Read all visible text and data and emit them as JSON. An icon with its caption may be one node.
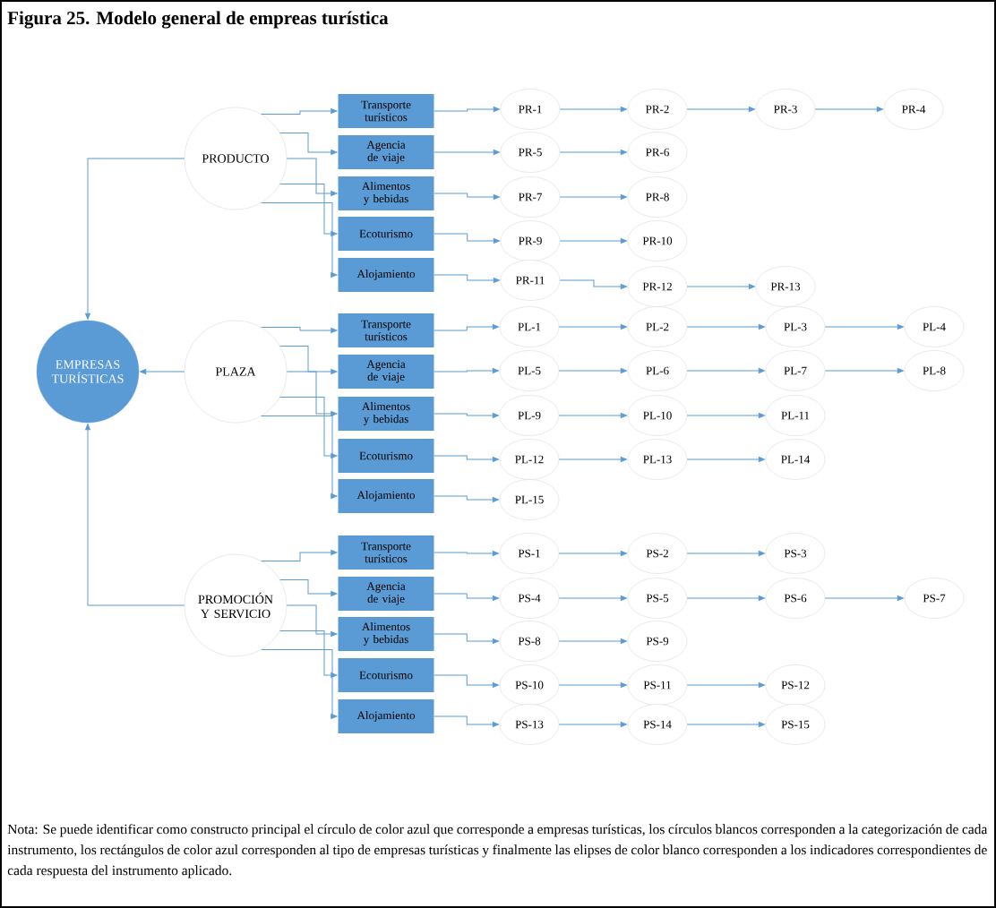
{
  "diagram": {
    "title": "Figura 25. Modelo general de empreas turística",
    "caption": "Nota: Se puede identificar como constructo principal el círculo de color azul que corresponde a empresas turísticas, los círculos blancos corresponden a la categorización de cada instrumento, los rectángulos de color azul corresponden al tipo de empresas turísticas y finalmente las elipses de color blanco corresponden a los indicadores correspondientes de cada respuesta del instrumento aplicado.",
    "nodes": [
      {
        "text": [
          "EMPRESAS TURÍSTICAS"
        ]
      },
      {
        "text": [
          "PRODUCTO"
        ]
      },
      {
        "text": [
          "Transporte turísticos"
        ]
      },
      {
        "text": [
          "Agencia de viaje"
        ]
      },
      {
        "text": [
          "Alimentos y bebidas"
        ]
      },
      {
        "text": [
          "Ecoturismo"
        ]
      },
      {
        "text": [
          "Alojamiento"
        ]
      },
      {
        "text": [
          "PR-1"
        ]
      },
      {
        "text": [
          "PR-2"
        ]
      },
      {
        "text": [
          "PR-3"
        ]
      },
      {
        "text": [
          "PR-4"
        ]
      },
      {
        "text": [
          "PR-5"
        ]
      },
      {
        "text": [
          "PR-6"
        ]
      },
      {
        "text": [
          "PR-7"
        ]
      },
      {
        "text": [
          "PR-8"
        ]
      },
      {
        "text": [
          "PR-9"
        ]
      },
      {
        "text": [
          "PR-10"
        ]
      },
      {
        "text": [
          "PR-11"
        ]
      },
      {
        "text": [
          "PR-12"
        ]
      },
      {
        "text": [
          "PR-13"
        ]
      },
      {
        "text": [
          "PLAZA"
        ]
      },
      {
        "text": [
          "Transporte turísticos"
        ]
      },
      {
        "text": [
          "Agencia de viaje"
        ]
      },
      {
        "text": [
          "Alimentos y bebidas"
        ]
      },
      {
        "text": [
          "Ecoturismo"
        ]
      },
      {
        "text": [
          "Alojamiento"
        ]
      },
      {
        "text": [
          "PL-1"
        ]
      },
      {
        "text": [
          "PL-2"
        ]
      },
      {
        "text": [
          "PL-3"
        ]
      },
      {
        "text": [
          "PL-4"
        ]
      },
      {
        "text": [
          "PL-5"
        ]
      },
      {
        "text": [
          "PL-6"
        ]
      },
      {
        "text": [
          "PL-7"
        ]
      },
      {
        "text": [
          "PL-8"
        ]
      },
      {
        "text": [
          "PL-9"
        ]
      },
      {
        "text": [
          "PL-10"
        ]
      },
      {
        "text": [
          "PL-11"
        ]
      },
      {
        "text": [
          "PL-12"
        ]
      },
      {
        "text": [
          "PL-13"
        ]
      },
      {
        "text": [
          "PL-14"
        ]
      },
      {
        "text": [
          "PL-15"
        ]
      },
      {
        "text": [
          "PROMOCIÓN Y SERVICIO"
        ]
      },
      {
        "text": [
          "Transporte turísticos"
        ]
      },
      {
        "text": [
          "Agencia de viaje"
        ]
      },
      {
        "text": [
          "Alimentos y bebidas"
        ]
      },
      {
        "text": [
          "Ecoturismo"
        ]
      },
      {
        "text": [
          "Alojamiento"
        ]
      },
      {
        "text": [
          "PS-1"
        ]
      },
      {
        "text": [
          "PS-2"
        ]
      },
      {
        "text": [
          "PS-3"
        ]
      },
      {
        "text": [
          "PS-4"
        ]
      },
      {
        "text": [
          "PS-5"
        ]
      },
      {
        "text": [
          "PS-6"
        ]
      },
      {
        "text": [
          "PS-7"
        ]
      },
      {
        "text": [
          "PS-8"
        ]
      },
      {
        "text": [
          "PS-9"
        ]
      },
      {
        "text": [
          "PS-10"
        ]
      },
      {
        "text": [
          "PS-11"
        ]
      },
      {
        "text": [
          "PS-12"
        ]
      },
      {
        "text": [
          "PS-13"
        ]
      },
      {
        "text": [
          "PS-14"
        ]
      },
      {
        "text": [
          "PS-15"
        ]
      }
    ],
    "edges": [
      {
        "from": 1,
        "to": 0,
        "arrow": "to"
      },
      {
        "from": 20,
        "to": 0,
        "arrow": "to"
      },
      {
        "from": 41,
        "to": 0,
        "arrow": "to"
      },
      {
        "from": 1,
        "to": 2,
        "arrow": "to"
      },
      {
        "from": 1,
        "to": 3,
        "arrow": "to"
      },
      {
        "from": 1,
        "to": 4,
        "arrow": "to"
      },
      {
        "from": 1,
        "to": 5,
        "arrow": "to"
      },
      {
        "from": 1,
        "to": 6,
        "arrow": "to"
      },
      {
        "from": 2,
        "to": 7,
        "arrow": "to"
      },
      {
        "from": 7,
        "to": 8,
        "arrow": "to"
      },
      {
        "from": 8,
        "to": 9,
        "arrow": "to"
      },
      {
        "from": 9,
        "to": 10,
        "arrow": "to"
      },
      {
        "from": 3,
        "to": 11,
        "arrow": "to"
      },
      {
        "from": 11,
        "to": 12,
        "arrow": "to"
      },
      {
        "from": 4,
        "to": 13,
        "arrow": "to"
      },
      {
        "from": 13,
        "to": 14,
        "arrow": "to"
      },
      {
        "from": 5,
        "to": 15,
        "arrow": "to"
      },
      {
        "from": 15,
        "to": 16,
        "arrow": "to"
      },
      {
        "from": 6,
        "to": 17,
        "arrow": "to"
      },
      {
        "from": 17,
        "to": 18,
        "arrow": "to"
      },
      {
        "from": 18,
        "to": 19,
        "arrow": "to"
      },
      {
        "from": 20,
        "to": 21,
        "arrow": "to"
      },
      {
        "from": 20,
        "to": 22,
        "arrow": "to"
      },
      {
        "from": 20,
        "to": 23,
        "arrow": "to"
      },
      {
        "from": 20,
        "to": 24,
        "arrow": "to"
      },
      {
        "from": 20,
        "to": 25,
        "arrow": "to"
      },
      {
        "from": 21,
        "to": 26,
        "arrow": "to"
      },
      {
        "from": 26,
        "to": 27,
        "arrow": "to"
      },
      {
        "from": 27,
        "to": 28,
        "arrow": "to"
      },
      {
        "from": 28,
        "to": 29,
        "arrow": "to"
      },
      {
        "from": 22,
        "to": 30,
        "arrow": "to"
      },
      {
        "from": 30,
        "to": 31,
        "arrow": "to"
      },
      {
        "from": 31,
        "to": 32,
        "arrow": "to"
      },
      {
        "from": 32,
        "to": 33,
        "arrow": "to"
      },
      {
        "from": 23,
        "to": 34,
        "arrow": "to"
      },
      {
        "from": 34,
        "to": 35,
        "arrow": "to"
      },
      {
        "from": 35,
        "to": 36,
        "arrow": "to"
      },
      {
        "from": 24,
        "to": 37,
        "arrow": "to"
      },
      {
        "from": 37,
        "to": 38,
        "arrow": "to"
      },
      {
        "from": 38,
        "to": 39,
        "arrow": "to"
      },
      {
        "from": 25,
        "to": 40,
        "arrow": "to"
      },
      {
        "from": 41,
        "to": 42,
        "arrow": "to"
      },
      {
        "from": 41,
        "to": 43,
        "arrow": "to"
      },
      {
        "from": 41,
        "to": 44,
        "arrow": "to"
      },
      {
        "from": 41,
        "to": 45,
        "arrow": "to"
      },
      {
        "from": 41,
        "to": 46,
        "arrow": "to"
      },
      {
        "from": 42,
        "to": 47,
        "arrow": "to"
      },
      {
        "from": 47,
        "to": 48,
        "arrow": "to"
      },
      {
        "from": 48,
        "to": 49,
        "arrow": "to"
      },
      {
        "from": 43,
        "to": 50,
        "arrow": "to"
      },
      {
        "from": 50,
        "to": 51,
        "arrow": "to"
      },
      {
        "from": 51,
        "to": 52,
        "arrow": "to"
      },
      {
        "from": 52,
        "to": 53,
        "arrow": "to"
      },
      {
        "from": 44,
        "to": 54,
        "arrow": "to"
      },
      {
        "from": 54,
        "to": 55,
        "arrow": "to"
      },
      {
        "from": 45,
        "to": 56,
        "arrow": "to"
      },
      {
        "from": 56,
        "to": 57,
        "arrow": "to"
      },
      {
        "from": 57,
        "to": 58,
        "arrow": "to"
      },
      {
        "from": 46,
        "to": 59,
        "arrow": "to"
      },
      {
        "from": 59,
        "to": 60,
        "arrow": "to"
      },
      {
        "from": 60,
        "to": 61,
        "arrow": "to"
      }
    ]
  }
}
